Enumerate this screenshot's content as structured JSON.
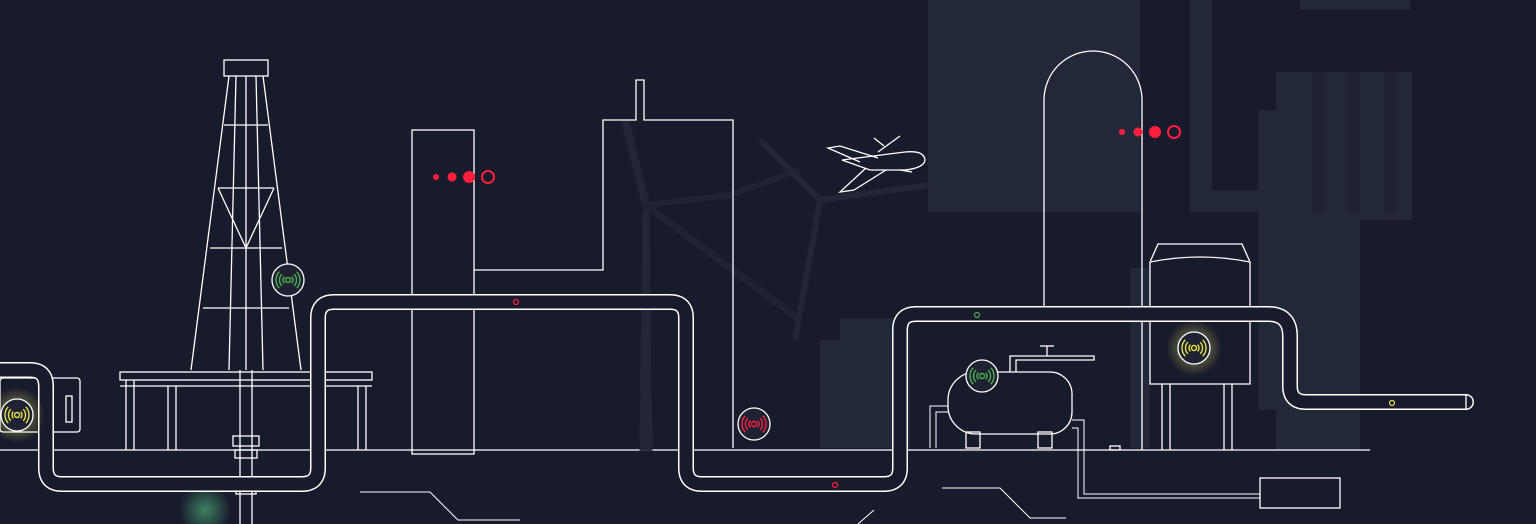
{
  "colors": {
    "background": "#181b2b",
    "line": "#ffffff",
    "background_building": "#23273a",
    "alert_red": "#ff1f3d",
    "status_green": "#4caf50",
    "status_yellow": "#e6e14a"
  },
  "sensors": [
    {
      "name": "drilling-rig-sensor",
      "status": "normal",
      "color": "#4caf50"
    },
    {
      "name": "left-pump-sensor",
      "status": "warning",
      "color": "#e6e14a"
    },
    {
      "name": "wind-turbine-sensor",
      "status": "alert",
      "color": "#ff1f3d"
    },
    {
      "name": "tank-sensor",
      "status": "normal",
      "color": "#4caf50"
    },
    {
      "name": "silo-sensor",
      "status": "warning",
      "color": "#e6e14a"
    }
  ],
  "indicators": [
    {
      "name": "tower-indicator-lights",
      "color": "#ff1f3d"
    },
    {
      "name": "dome-indicator-lights",
      "color": "#ff1f3d"
    }
  ],
  "icons": {
    "sensor": "radio-waves-icon",
    "drone": "drone-icon"
  }
}
